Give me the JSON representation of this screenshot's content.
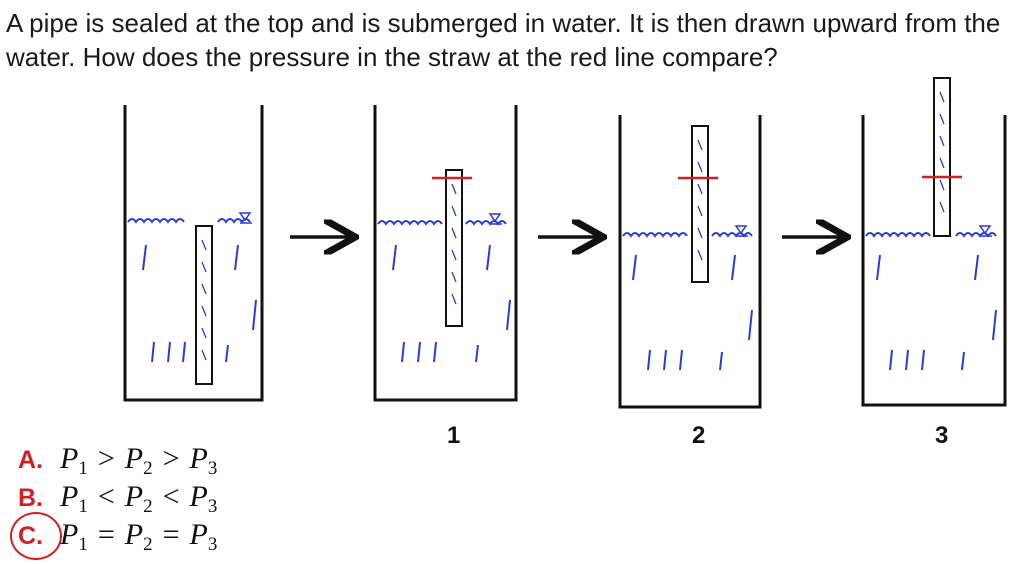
{
  "question": "A pipe is sealed at the top and is submerged in water. It is then drawn upward from the water. How does the pressure in the straw at the red line compare?",
  "panel_labels": [
    "1",
    "2",
    "3"
  ],
  "choices": [
    {
      "letter": "A.",
      "p1": "P",
      "s1": "1",
      "op1": ">",
      "p2": "P",
      "s2": "2",
      "op2": ">",
      "p3": "P",
      "s3": "3"
    },
    {
      "letter": "B.",
      "p1": "P",
      "s1": "1",
      "op1": "<",
      "p2": "P",
      "s2": "2",
      "op2": "<",
      "p3": "P",
      "s3": "3"
    },
    {
      "letter": "C.",
      "p1": "P",
      "s1": "1",
      "op1": "=",
      "p2": "P",
      "s2": "2",
      "op2": "=",
      "p3": "P",
      "s3": "3"
    }
  ],
  "selected_choice": "C.",
  "colors": {
    "accent": "#d21f1f",
    "water": "#2a3bd6",
    "ink": "#111111"
  }
}
